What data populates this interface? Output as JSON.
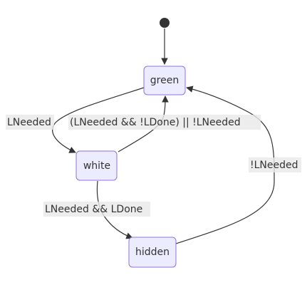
{
  "diagram": {
    "type": "state-diagram",
    "states": {
      "green": "green",
      "white": "white",
      "hidden": "hidden"
    },
    "transitions": {
      "green_to_white": "LNeeded",
      "white_to_green": "(LNeeded && !LDone) || !LNeeded",
      "white_to_hidden": "LNeeded && LDone",
      "hidden_to_green": "!LNeeded"
    },
    "colors": {
      "state_fill": "#ececff",
      "state_stroke": "#9370db",
      "edge": "#333333",
      "label_bg": "#e8e8e8",
      "text": "#333333"
    }
  }
}
